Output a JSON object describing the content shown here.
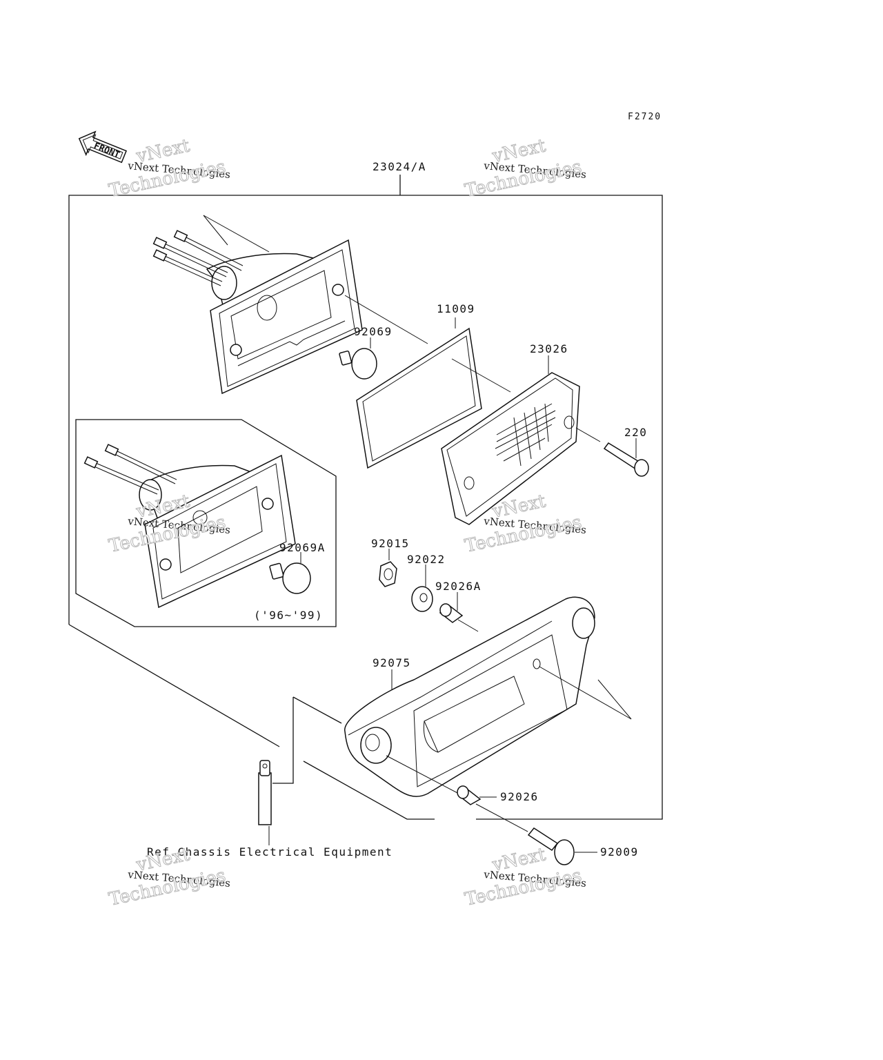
{
  "diagram": {
    "figure_code": "F2720",
    "front_label": "FRONT",
    "footnote": "Ref.Chassis Electrical Equipment",
    "variant_note": "('96~'99)",
    "watermark": {
      "top_line": "vNext",
      "mid_line": "vNext Technologies",
      "bottom_line": "Technologies"
    },
    "parts": [
      {
        "id": "assembly",
        "number": "23024/A"
      },
      {
        "id": "gasket",
        "number": "11009"
      },
      {
        "id": "bulb",
        "number": "92069"
      },
      {
        "id": "lens",
        "number": "23026"
      },
      {
        "id": "screw",
        "number": "220"
      },
      {
        "id": "bulb-alt",
        "number": "92069A"
      },
      {
        "id": "nut",
        "number": "92015"
      },
      {
        "id": "washer",
        "number": "92022"
      },
      {
        "id": "collar-a",
        "number": "92026A"
      },
      {
        "id": "bracket",
        "number": "92075"
      },
      {
        "id": "collar",
        "number": "92026"
      },
      {
        "id": "bolt",
        "number": "92009"
      }
    ]
  }
}
